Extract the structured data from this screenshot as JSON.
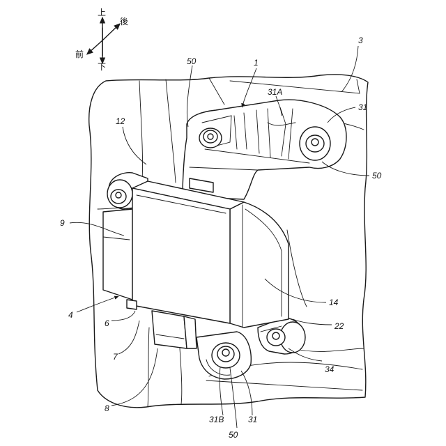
{
  "orientation": {
    "up": "上",
    "down": "下",
    "front": "前",
    "rear": "後"
  },
  "reference_labels": {
    "r1": "1",
    "r3": "3",
    "r4": "4",
    "r6": "6",
    "r7": "7",
    "r8": "8",
    "r9": "9",
    "r12": "12",
    "r14": "14",
    "r22": "22",
    "r31_top": "31",
    "r31A": "31A",
    "r31B": "31B",
    "r31_bottom": "31",
    "r34": "34",
    "r50_top": "50",
    "r50_right": "50",
    "r50_bottom": "50"
  }
}
